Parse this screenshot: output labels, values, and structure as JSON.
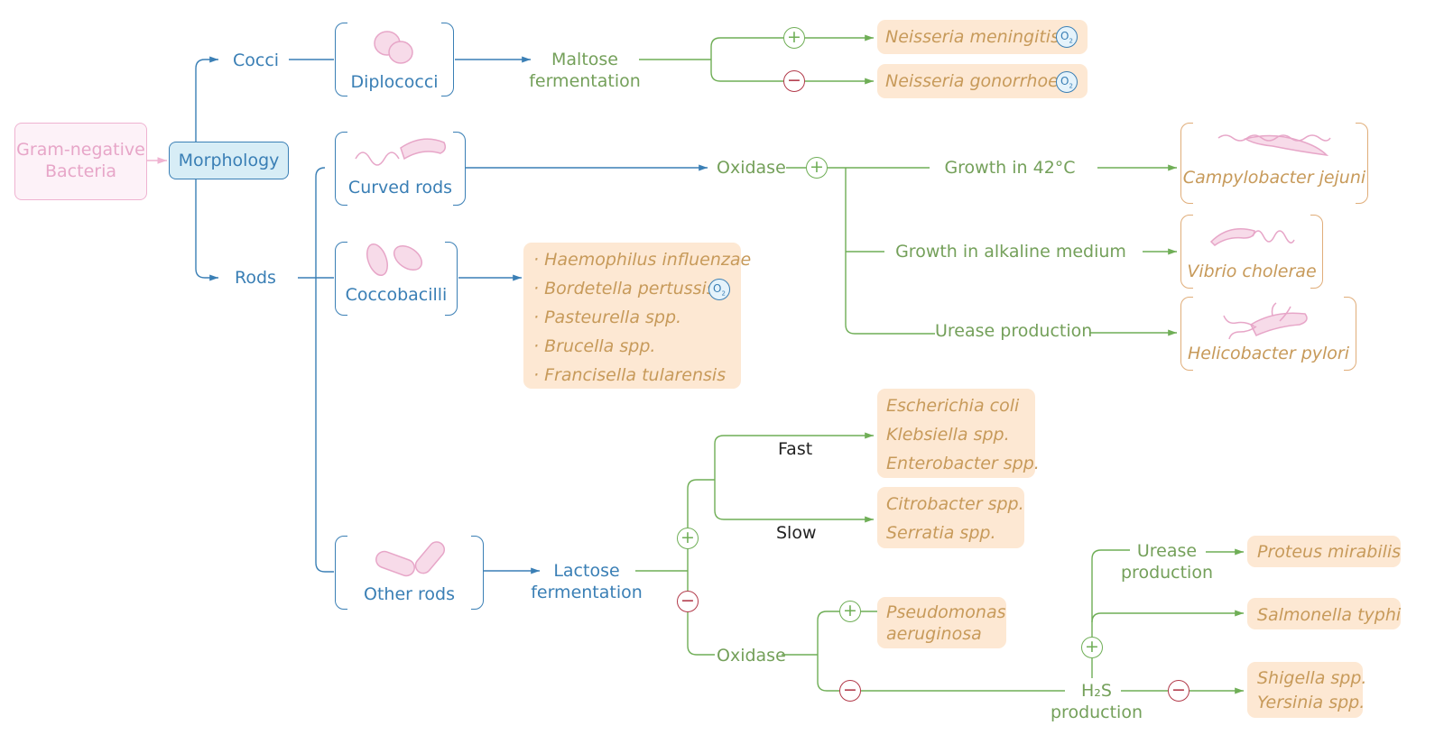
{
  "root": {
    "label_line1": "Gram-negative",
    "label_line2": "Bacteria"
  },
  "morphology": "Morphology",
  "cocci": {
    "label": "Cocci",
    "diplococci": "Diplococci",
    "test_line1": "Maltose",
    "test_line2": "fermentation",
    "results": [
      {
        "sign": "+",
        "organism": "Neisseria meningitis",
        "badge": "O2"
      },
      {
        "sign": "−",
        "organism": "Neisseria gonorrhoe",
        "badge": "O2"
      }
    ]
  },
  "rods": {
    "label": "Rods",
    "curved": {
      "label": "Curved rods",
      "test": "Oxidase",
      "sign": "+",
      "branches": [
        {
          "test": "Growth in 42°C",
          "organism": "Campylobacter jejuni"
        },
        {
          "test": "Growth in alkaline medium",
          "organism": "Vibrio cholerae"
        },
        {
          "test": "Urease production",
          "organism": "Helicobacter pylori"
        }
      ]
    },
    "coccobacilli": {
      "label": "Coccobacilli",
      "organisms": [
        "Haemophilus influenzae",
        "Bordetella pertussis",
        "Pasteurella spp.",
        "Brucella spp.",
        "Francisella tularensis"
      ],
      "badge": "O2"
    },
    "other": {
      "label": "Other rods",
      "test_line1": "Lactose",
      "test_line2": "fermentation",
      "positive": {
        "sign": "+",
        "fast": {
          "label": "Fast",
          "organisms": [
            "Escherichia coli",
            "Klebsiella spp.",
            "Enterobacter spp."
          ]
        },
        "slow": {
          "label": "Slow",
          "organisms": [
            "Citrobacter spp.",
            "Serratia spp."
          ]
        }
      },
      "negative": {
        "sign": "−",
        "test": "Oxidase",
        "oxidase_pos": {
          "sign": "+",
          "organism_line1": "Pseudomonas",
          "organism_line2": "aeruginosa"
        },
        "oxidase_neg": {
          "sign": "−",
          "h2s_line1": "H₂S",
          "h2s_line2": "production",
          "h2s_pos": {
            "sign": "+",
            "urease_line1": "Urease",
            "urease_line2": "production",
            "urease_organism": "Proteus mirabilis",
            "other_organism": "Salmonella typhi"
          },
          "h2s_neg": {
            "sign": "−",
            "organisms": [
              "Shigella spp.",
              "Yersinia spp."
            ]
          }
        }
      }
    }
  },
  "colors": {
    "blue": "#3a7fb5",
    "green": "#74a05a",
    "pink": "#e7a6c8",
    "orange_text": "#c79a5a",
    "orange_box": "#fde8d3",
    "minus_red": "#b23a4a"
  }
}
